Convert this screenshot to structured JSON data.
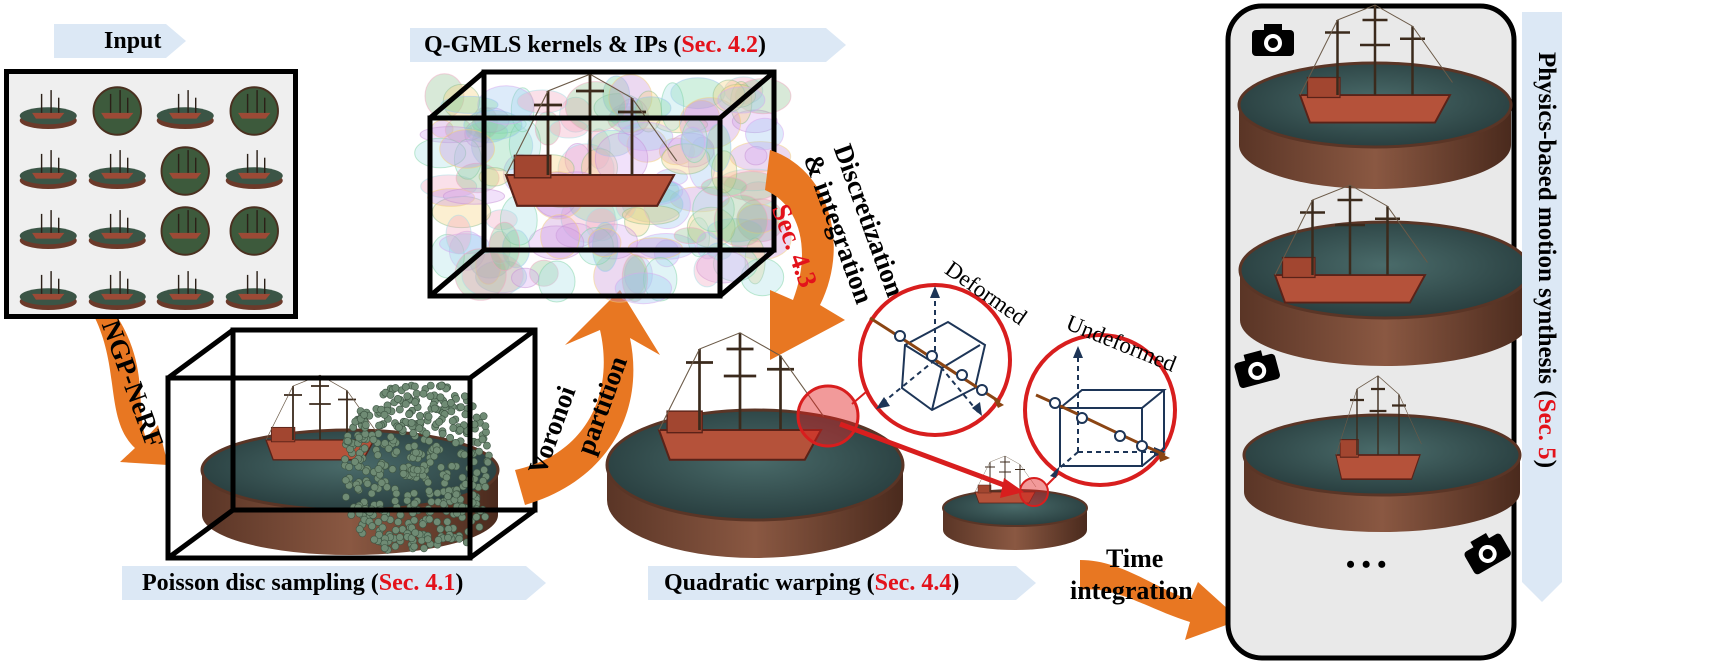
{
  "banners": {
    "input": {
      "text": "Input"
    },
    "qgmls": {
      "pre": "Q-GMLS kernels & IPs (",
      "ref": "Sec. 4.2",
      "post": ")"
    },
    "poisson": {
      "pre": "Poisson disc sampling (",
      "ref": "Sec. 4.1",
      "post": ")"
    },
    "warping": {
      "pre": "Quadratic warping (",
      "ref": "Sec. 4.4",
      "post": ")"
    },
    "synthesis": {
      "pre": "Physics-based motion synthesis (",
      "ref": "Sec. 5",
      "post": ")"
    }
  },
  "arrows": {
    "ngp": "NGP-NeRF",
    "voronoi_1": "Voronoi",
    "voronoi_2": "partition",
    "discretization_1": "Discretization",
    "discretization_2": "& integration",
    "discretization_ref": "Sec. 4.3",
    "time_1": "Time",
    "time_2": "integration"
  },
  "insets": {
    "deformed": "Deformed",
    "undeformed": "Undeformed"
  },
  "output": {
    "ellipsis": "• • •"
  },
  "colors": {
    "banner_fill": "#dce8f5",
    "arrow_orange": "#e87722",
    "reference_red": "#e3121b",
    "inset_circle": "#d81e1e",
    "axis_blue": "#1d3557",
    "curve_brown": "#8b4513"
  }
}
